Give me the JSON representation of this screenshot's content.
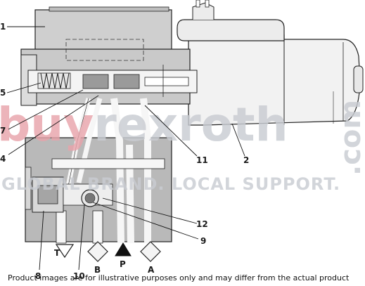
{
  "callouts": {
    "c1": "1",
    "c5": "5",
    "c7": "7",
    "c4": "4",
    "c11": "11",
    "c2": "2",
    "c12": "12",
    "c9": "9",
    "c8": "8",
    "c10": "10"
  },
  "ports": {
    "t": "T",
    "b": "B",
    "p": "P",
    "a": "A"
  },
  "watermark": {
    "brand_part1": "buy",
    "brand_part2": "rexroth",
    "tagline": "GLOBAL BRAND. LOCAL SUPPORT.",
    "domain_suffix": ".com",
    "colors": {
      "red": "#e8a4ab",
      "grey": "#c9ccd2"
    }
  },
  "disclaimer": "Product images are for illustrative purposes only and may differ from the actual product"
}
